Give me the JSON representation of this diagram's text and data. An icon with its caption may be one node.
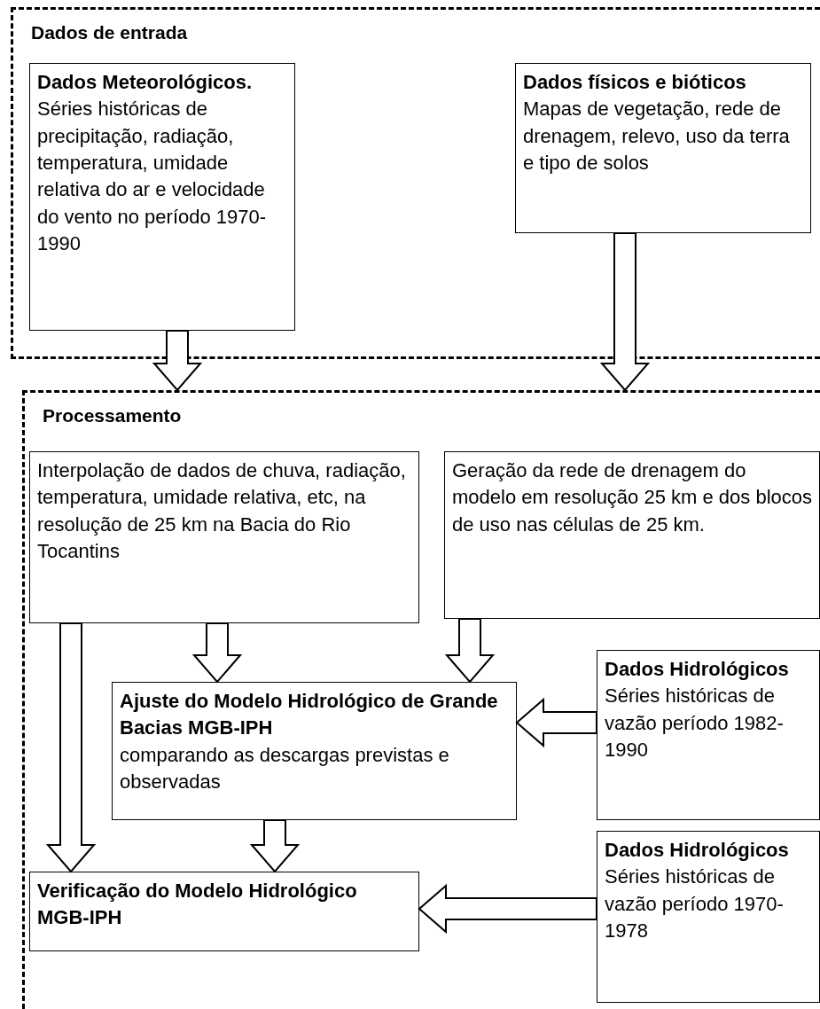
{
  "diagram": {
    "nodes": [
      {
        "text": [
          "Dados de entrada"
        ]
      },
      {
        "text": [
          "Dados Meteorológicos.",
          "Séries históricas de precipitação, radiação, temperatura, umidade relativa do ar e velocidade do vento no período 1970-1990"
        ],
        "in": 0
      },
      {
        "text": [
          "Dados físicos e bióticos",
          "Mapas de vegetação, rede de drenagem, relevo, uso da terra e tipo de solos"
        ],
        "in": 0
      },
      {
        "text": [
          "Processamento"
        ]
      },
      {
        "text": [
          "Interpolação de dados de chuva, radiação, temperatura, umidade relativa, etc, na resolução de 25 km na Bacia do Rio Tocantins"
        ],
        "in": 3
      },
      {
        "text": [
          "Geração da rede de drenagem do modelo em resolução 25 km e dos blocos de uso nas células de 25 km."
        ],
        "in": 3
      },
      {
        "text": [
          "Ajuste do Modelo Hidrológico de Grande Bacias MGB-IPH",
          "comparando as descargas previstas e observadas"
        ],
        "in": 3
      },
      {
        "text": [
          "Dados Hidrológicos",
          "Séries históricas de vazão período 1982-1990"
        ],
        "in": 3
      },
      {
        "text": [
          "Verificação do Modelo Hidrológico MGB-IPH"
        ],
        "in": 3
      },
      {
        "text": [
          "Dados Hidrológicos",
          "Séries históricas de vazão período 1970-1978"
        ],
        "in": 3
      }
    ],
    "edges": [
      {
        "from": 1,
        "to": 3,
        "arrow": "to"
      },
      {
        "from": 2,
        "to": 3,
        "arrow": "to"
      },
      {
        "from": 4,
        "to": 8,
        "arrow": "to"
      },
      {
        "from": 4,
        "to": 6,
        "arrow": "to"
      },
      {
        "from": 5,
        "to": 6,
        "arrow": "to"
      },
      {
        "from": 7,
        "to": 6,
        "arrow": "to"
      },
      {
        "from": 6,
        "to": 8,
        "arrow": "to"
      },
      {
        "from": 9,
        "to": 8,
        "arrow": "to"
      }
    ]
  }
}
